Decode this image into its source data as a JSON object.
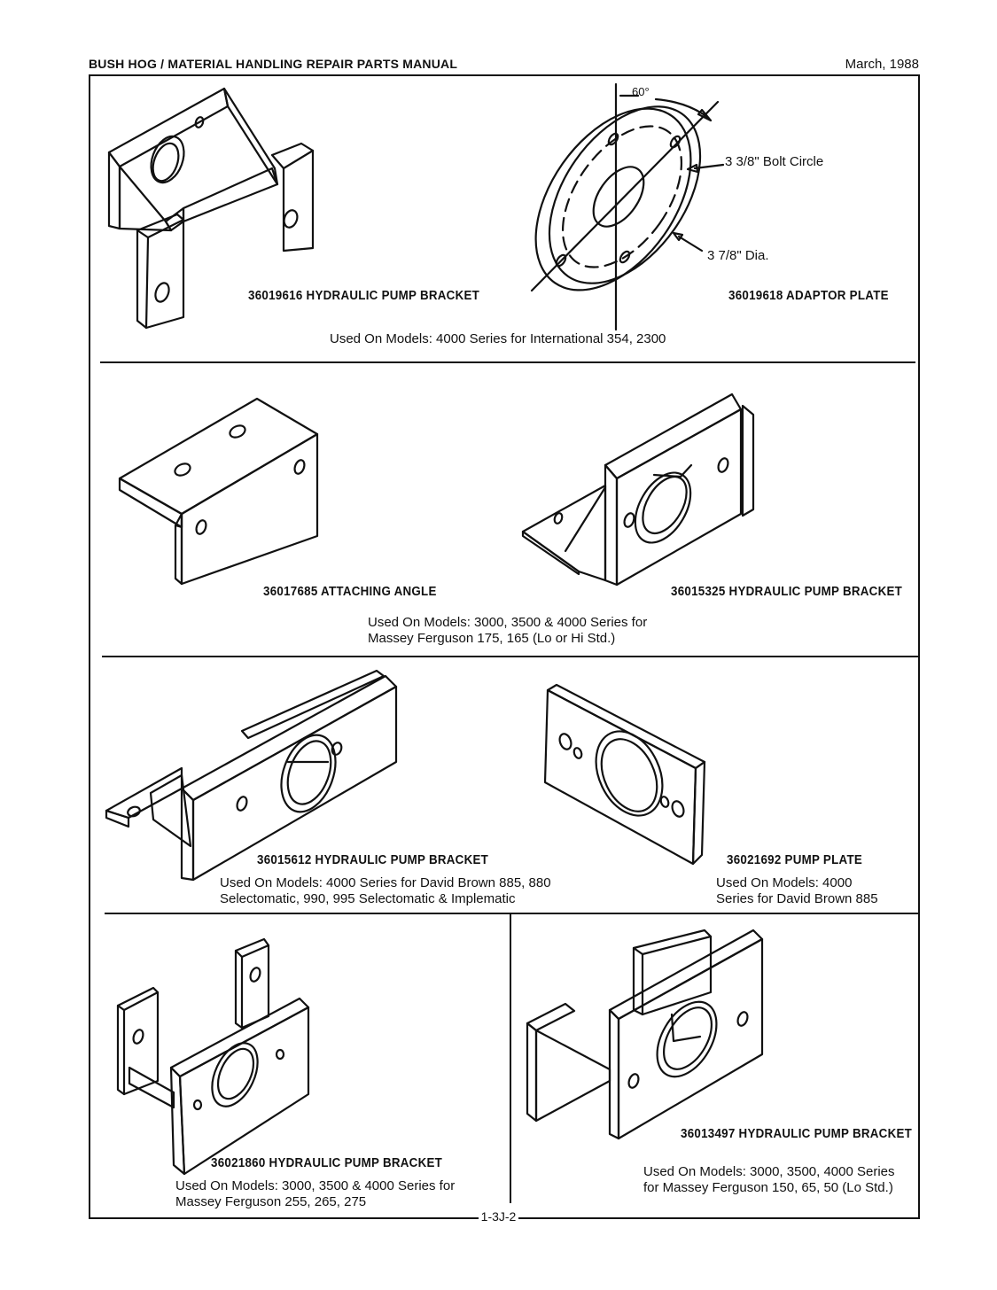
{
  "header": {
    "title": "BUSH HOG / MATERIAL HANDLING REPAIR PARTS MANUAL",
    "date": "March, 1988"
  },
  "sections": [
    {
      "parts": [
        {
          "number": "36019616 HYDRAULIC PUMP BRACKET",
          "icon": "pump-bracket-drawing"
        },
        {
          "number": "36019618 ADAPTOR PLATE",
          "icon": "adaptor-plate-drawing",
          "annotations": {
            "angle": "60°",
            "bolt_circle": "3 3/8\" Bolt Circle",
            "diameter": "3 7/8\" Dia."
          }
        }
      ],
      "used_on": "Used On Models:  4000 Series for International 354, 2300"
    },
    {
      "parts": [
        {
          "number": "36017685 ATTACHING ANGLE",
          "icon": "attaching-angle-drawing"
        },
        {
          "number": "36015325 HYDRAULIC PUMP BRACKET",
          "icon": "pump-bracket-drawing"
        }
      ],
      "used_on": "Used On Models:  3000, 3500 & 4000 Series for\nMassey Ferguson 175, 165 (Lo or Hi Std.)"
    },
    {
      "parts": [
        {
          "number": "36015612 HYDRAULIC PUMP BRACKET",
          "icon": "pump-bracket-drawing",
          "used_on": "Used On Models:  4000 Series for David Brown 885, 880\nSelectomatic, 990, 995 Selectomatic & Implematic"
        },
        {
          "number": "36021692 PUMP PLATE",
          "icon": "pump-plate-drawing",
          "used_on": "Used On Models:  4000\nSeries for David Brown 885"
        }
      ]
    },
    {
      "parts": [
        {
          "number": "36021860 HYDRAULIC PUMP BRACKET",
          "icon": "pump-bracket-drawing",
          "used_on": "Used On Models:  3000, 3500 & 4000 Series for\nMassey Ferguson 255, 265, 275"
        },
        {
          "number": "36013497 HYDRAULIC PUMP BRACKET",
          "icon": "pump-bracket-drawing",
          "used_on": "Used On Models:  3000, 3500, 4000 Series\nfor Massey Ferguson 150, 65, 50 (Lo Std.)"
        }
      ]
    }
  ],
  "footer": {
    "page": "1-3J-2"
  }
}
